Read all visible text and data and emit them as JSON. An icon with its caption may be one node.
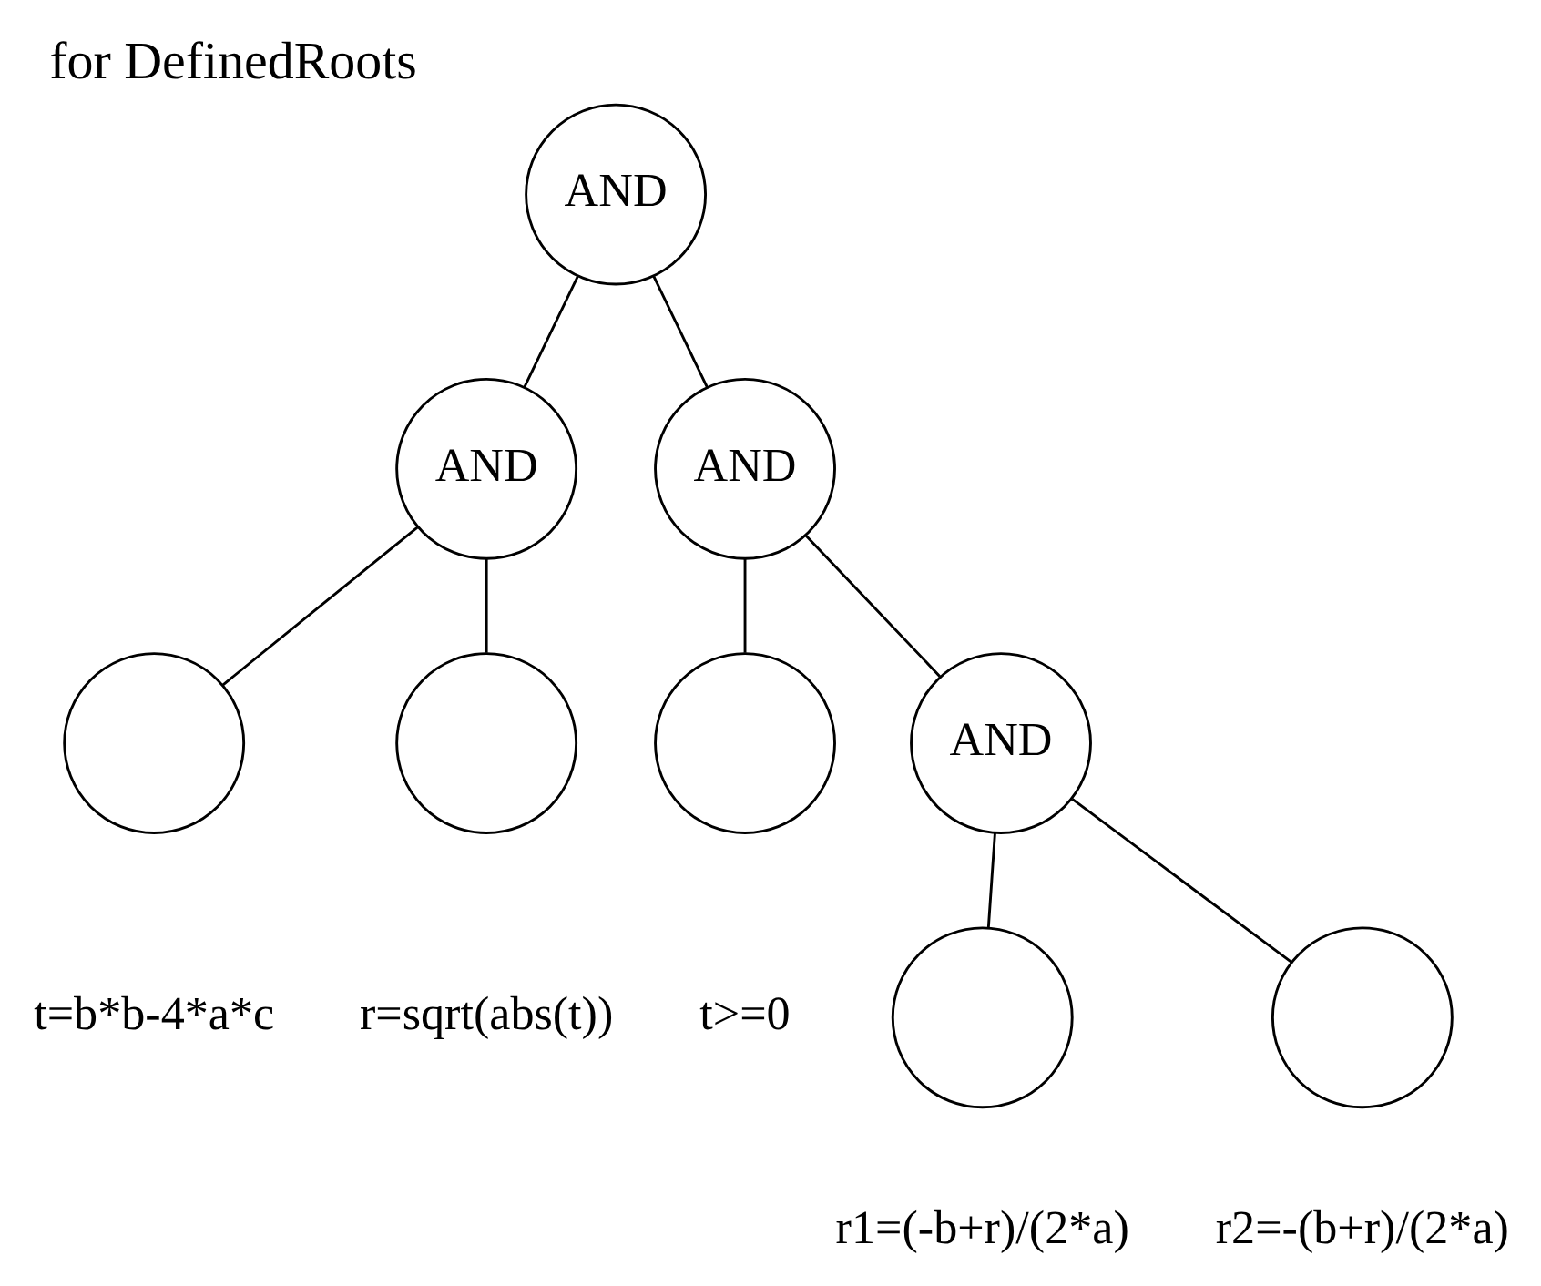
{
  "diagram": {
    "title": "for DefinedRoots",
    "nodes": [
      {
        "text": [
          "AND"
        ]
      },
      {
        "text": [
          "AND"
        ]
      },
      {
        "text": [
          "AND"
        ]
      },
      {
        "text": [],
        "shape": "circle",
        "beside": [
          "t=b*b-4*a*c"
        ]
      },
      {
        "text": [],
        "shape": "circle",
        "beside": [
          "r=sqrt(abs(t))"
        ]
      },
      {
        "text": [],
        "shape": "circle",
        "beside": [
          "t>=0"
        ]
      },
      {
        "text": [
          "AND"
        ]
      },
      {
        "text": [],
        "shape": "circle",
        "beside": [
          "r1=(-b+r)/(2*a)"
        ]
      },
      {
        "text": [],
        "shape": "circle",
        "beside": [
          "r2=-(b+r)/(2*a)"
        ]
      }
    ],
    "edges": [
      {
        "from": 0,
        "to": 1,
        "arrow": "none"
      },
      {
        "from": 0,
        "to": 2,
        "arrow": "none"
      },
      {
        "from": 1,
        "to": 3,
        "arrow": "none"
      },
      {
        "from": 1,
        "to": 4,
        "arrow": "none"
      },
      {
        "from": 2,
        "to": 5,
        "arrow": "none"
      },
      {
        "from": 2,
        "to": 6,
        "arrow": "none"
      },
      {
        "from": 6,
        "to": 7,
        "arrow": "none"
      },
      {
        "from": 6,
        "to": 8,
        "arrow": "none"
      }
    ]
  }
}
